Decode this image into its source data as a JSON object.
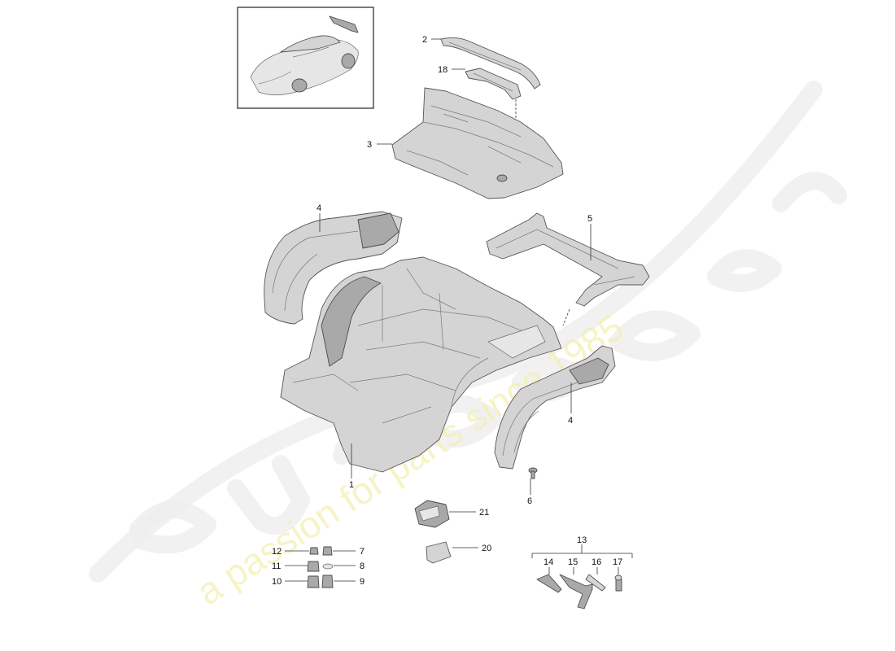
{
  "watermark": {
    "brand": "eurospares",
    "tagline": "a passion for parts since 1985",
    "tagline_color": "#f3f0b4"
  },
  "thumbnail": {
    "subject": "car-thumbnail"
  },
  "callouts": {
    "c1": "1",
    "c2": "2",
    "c3": "3",
    "c4a": "4",
    "c4b": "4",
    "c5": "5",
    "c6": "6",
    "c7": "7",
    "c8": "8",
    "c9": "9",
    "c10": "10",
    "c11": "11",
    "c12": "12",
    "c13": "13",
    "c14": "14",
    "c15": "15",
    "c16": "16",
    "c17": "17",
    "c18": "18",
    "c20": "20",
    "c21": "21"
  }
}
